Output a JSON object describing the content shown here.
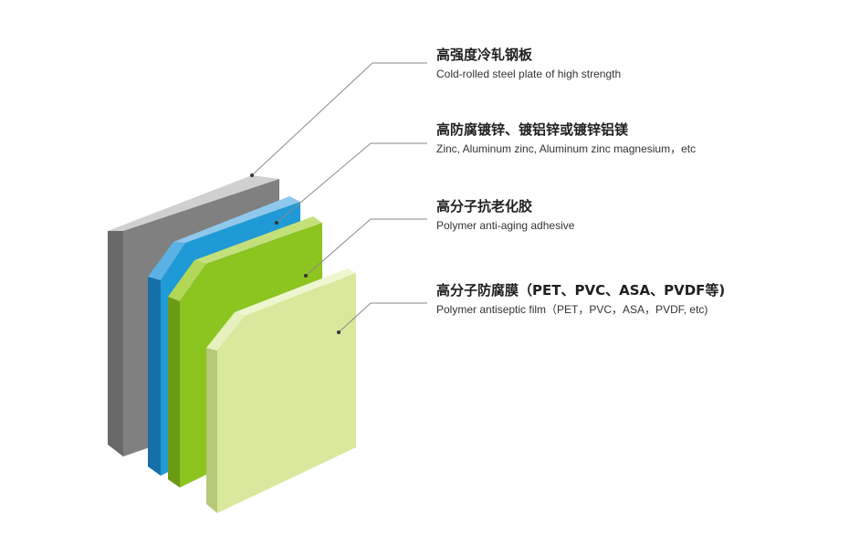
{
  "layers": [
    {
      "title_zh": "高强度冷轧钢板",
      "title_en": "Cold-rolled steel plate of high strength",
      "colors": {
        "front": "#808080",
        "side": "#686868",
        "top": "#d0d0d0",
        "bevel": "#a6a6a6"
      }
    },
    {
      "title_zh": "高防腐镀锌、镀铝锌或镀锌铝镁",
      "title_en": " Zinc, Aluminum zinc, Aluminum zinc magnesium，etc",
      "colors": {
        "front": "#1f9ad6",
        "side": "#1670a8",
        "top": "#8fc8ec",
        "bevel": "#5ab2e4"
      }
    },
    {
      "title_zh": "高分子抗老化胶",
      "title_en": "Polymer anti-aging adhesive",
      "colors": {
        "front": "#8cc420",
        "side": "#6b9a15",
        "top": "#c4e07a",
        "bevel": "#b2d756"
      }
    },
    {
      "title_zh": "高分子防腐膜（PET、PVC、ASA、PVDF等)",
      "title_en": "Polymer antiseptic film（PET，PVC，ASA，PVDF, etc)",
      "colors": {
        "front": "#d8e89c",
        "side": "#b6c87a",
        "top": "#eef6cf",
        "bevel": "#e6f1bd"
      }
    }
  ],
  "leader_color": "#8a8a8a"
}
